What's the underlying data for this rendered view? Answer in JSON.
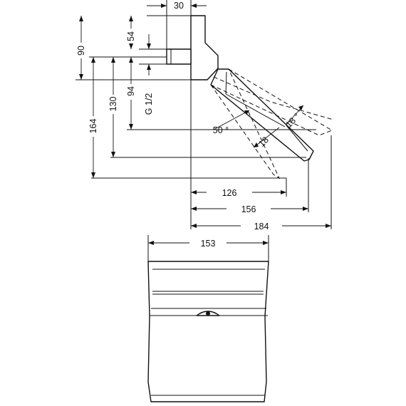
{
  "dimensions": {
    "top_offset": "30",
    "outlet_height": "54",
    "total_height": "90",
    "outlet_to_handle": "94",
    "thread": "G 1/2",
    "mid_height": "130",
    "max_height": "164",
    "reach_126": "126",
    "reach_156": "156",
    "reach_184": "184",
    "width": "153"
  },
  "angles": {
    "main": "50 °",
    "tilt_left": "18",
    "tilt_right": "18 °"
  },
  "colors": {
    "line": "#111111",
    "background": "#ffffff"
  }
}
